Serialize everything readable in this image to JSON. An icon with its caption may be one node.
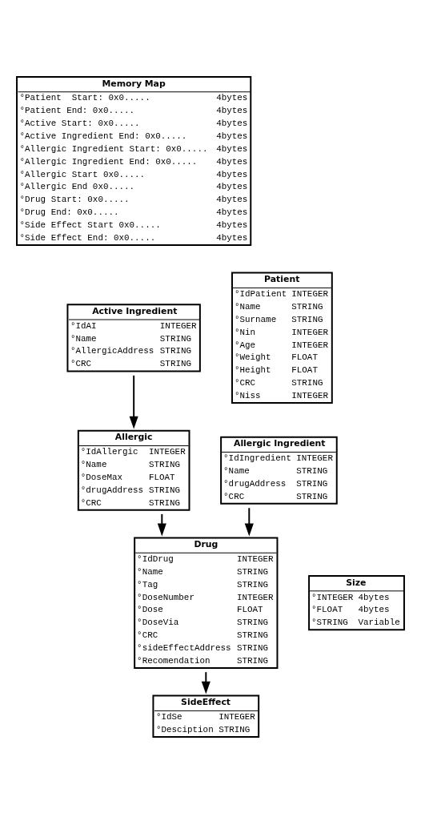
{
  "diagram": {
    "nodes": [
      {
        "text": [
          "Memory Map",
          "°Patient  Start: 0x0.....",
          "4bytes",
          "°Patient End: 0x0.....",
          "4bytes",
          "°Active Start: 0x0.....",
          "4bytes",
          "°Active Ingredient End: 0x0.....",
          "4bytes",
          "°Allergic Ingredient Start: 0x0.....",
          "4bytes",
          "°Allergic Ingredient End: 0x0.....",
          "4bytes",
          "°Allergic Start 0x0.....",
          "4bytes",
          "°Allergic End 0x0.....",
          "4bytes",
          "°Drug Start: 0x0.....",
          "4bytes",
          "°Drug End: 0x0.....",
          "4bytes",
          "°Side Effect Start 0x0.....",
          "4bytes",
          "°Side Effect End: 0x0.....",
          "4bytes"
        ]
      },
      {
        "text": [
          "Active Ingredient",
          "°IdAI",
          "INTEGER",
          "°Name",
          "STRING",
          "°AllergicAddress",
          "STRING",
          "°CRC",
          "STRING"
        ]
      },
      {
        "text": [
          "Patient",
          "°IdPatient",
          "INTEGER",
          "°Name",
          "STRING",
          "°Surname",
          "STRING",
          "°Nin",
          "INTEGER",
          "°Age",
          "INTEGER",
          "°Weight",
          "FLOAT",
          "°Height",
          "FLOAT",
          "°CRC",
          "STRING",
          "°Niss",
          "INTEGER"
        ]
      },
      {
        "text": [
          "Allergic",
          "°IdAllergic",
          "INTEGER",
          "°Name",
          "STRING",
          "°DoseMax",
          "FLOAT",
          "°drugAddress",
          "STRING",
          "°CRC",
          "STRING"
        ]
      },
      {
        "text": [
          "Allergic Ingredient",
          "°IdIngredient",
          "INTEGER",
          "°Name",
          "STRING",
          "°drugAddress",
          "STRING",
          "°CRC",
          "STRING"
        ]
      },
      {
        "text": [
          "Drug",
          "°IdDrug",
          "INTEGER",
          "°Name",
          "STRING",
          "°Tag",
          "STRING",
          "°DoseNumber",
          "INTEGER",
          "°Dose",
          "FLOAT",
          "°DoseVia",
          "STRING",
          "°CRC",
          "STRING",
          "°sideEffectAddress",
          "STRING",
          "°Recomendation",
          "STRING"
        ]
      },
      {
        "text": [
          "Size",
          "°INTEGER",
          "4bytes",
          "°FLOAT",
          "4bytes",
          "°STRING",
          "Variable"
        ]
      },
      {
        "text": [
          "SideEffect",
          "°IdSe",
          "INTEGER",
          "°Desciption",
          "STRING"
        ]
      }
    ],
    "edges": [
      {
        "from": 1,
        "to": 3,
        "arrow": "to"
      },
      {
        "from": 3,
        "to": 5,
        "arrow": "to"
      },
      {
        "from": 4,
        "to": 5,
        "arrow": "to"
      },
      {
        "from": 5,
        "to": 7,
        "arrow": "to"
      }
    ]
  }
}
